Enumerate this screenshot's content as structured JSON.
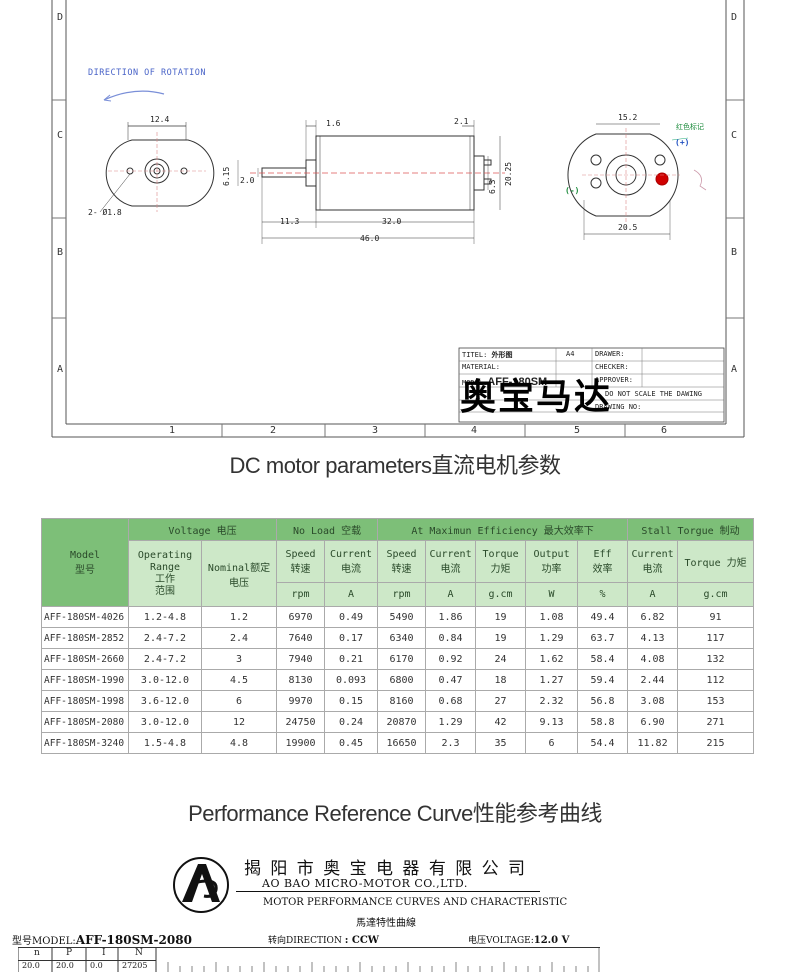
{
  "drawing": {
    "zone_rows": [
      "D",
      "C",
      "B",
      "A"
    ],
    "zone_cols": [
      "1",
      "2",
      "3",
      "4",
      "5",
      "6"
    ],
    "rotation_label": "DIRECTION OF ROTATION",
    "dims": {
      "front_width": "12.4",
      "holes": "2- Ø1.8",
      "shaft_len": "1.6",
      "end_len": "2.1",
      "shaft_dia1": "6.15",
      "shaft_dia2": "2.0",
      "flat1": "6.3",
      "body_dia": "20.25",
      "boss_len": "11.3",
      "body_len": "32.0",
      "total_len": "46.0",
      "rear_top": "15.2",
      "rear_width": "20.5"
    },
    "red_mark_label": "红色标记",
    "plus_label": "(+)",
    "minus_label": "(-)",
    "title_block": {
      "title_label": "TITEL:",
      "title_value": "外形图",
      "size": "A4",
      "drawer": "DRAWER:",
      "material": "MATERIAL:",
      "checker": "CHECKER:",
      "model_label": "MODEL:",
      "model_value": "AFF-180SM",
      "approver": "APPROVER:",
      "scale_note": "DO NOT SCALE THE DAWING",
      "drawing_no": "DRAWING NO:"
    },
    "brand_watermark": "奥宝马达"
  },
  "section1_title": "DC motor parameters直流电机参数",
  "table": {
    "group_headers": {
      "model": "Model\n型号",
      "voltage": "Voltage 电压",
      "no_load": "No Load 空载",
      "max_eff": "At Maximun Efficiency 最大效率下",
      "stall": "Stall Torgue 制动"
    },
    "sub_headers": {
      "op_range": "Operating\nRange\n工作\n范围",
      "nominal": "Nominal额定\n电压",
      "nl_speed": "Speed\n转速",
      "nl_current": "Current\n电流",
      "me_speed": "Speed\n转速",
      "me_current": "Current\n电流",
      "me_torque": "Torque\n力矩",
      "me_output": "Output\n功率",
      "me_eff": "Eff\n效率",
      "st_current": "Current\n电流",
      "st_torque": "Torque 力矩"
    },
    "units": [
      "rpm",
      "A",
      "rpm",
      "A",
      "g.cm",
      "W",
      "%",
      "A",
      "g.cm"
    ],
    "rows": [
      [
        "AFF-180SM-4026",
        "1.2-4.8",
        "1.2",
        "6970",
        "0.49",
        "5490",
        "1.86",
        "19",
        "1.08",
        "49.4",
        "6.82",
        "91"
      ],
      [
        "AFF-180SM-2852",
        "2.4-7.2",
        "2.4",
        "7640",
        "0.17",
        "6340",
        "0.84",
        "19",
        "1.29",
        "63.7",
        "4.13",
        "117"
      ],
      [
        "AFF-180SM-2660",
        "2.4-7.2",
        "3",
        "7940",
        "0.21",
        "6170",
        "0.92",
        "24",
        "1.62",
        "58.4",
        "4.08",
        "132"
      ],
      [
        "AFF-180SM-1990",
        "3.0-12.0",
        "4.5",
        "8130",
        "0.093",
        "6800",
        "0.47",
        "18",
        "1.27",
        "59.4",
        "2.44",
        "112"
      ],
      [
        "AFF-180SM-1998",
        "3.6-12.0",
        "6",
        "9970",
        "0.15",
        "8160",
        "0.68",
        "27",
        "2.32",
        "56.8",
        "3.08",
        "153"
      ],
      [
        "AFF-180SM-2080",
        "3.0-12.0",
        "12",
        "24750",
        "0.24",
        "20870",
        "1.29",
        "42",
        "9.13",
        "58.8",
        "6.90",
        "271"
      ],
      [
        "AFF-180SM-3240",
        "1.5-4.8",
        "4.8",
        "19900",
        "0.45",
        "16650",
        "2.3",
        "35",
        "6",
        "54.4",
        "11.82",
        "215"
      ]
    ]
  },
  "section2_title": "Performance Reference Curve性能参考曲线",
  "company": {
    "name_cn": "揭 阳 市 奥 宝 电 器 有 限 公 司",
    "name_en": "AO BAO MICRO-MOTOR CO.,LTD.",
    "doc_title_en": "MOTOR PERFORMANCE CURVES AND CHARACTERISTIC",
    "doc_title_cn": "馬達特性曲線",
    "model_label": "型号MODEL:",
    "model_value": "AFF-180SM-2080",
    "direction_label": "转向DIRECTION",
    "direction_value": ": CCW",
    "voltage_label": "电压VOLTAGE:",
    "voltage_value": "12.0  V",
    "data_headers": [
      "n",
      "P",
      "I",
      "N"
    ],
    "partial_row": [
      "20.0",
      "20.0",
      "0.0",
      "27205"
    ]
  }
}
